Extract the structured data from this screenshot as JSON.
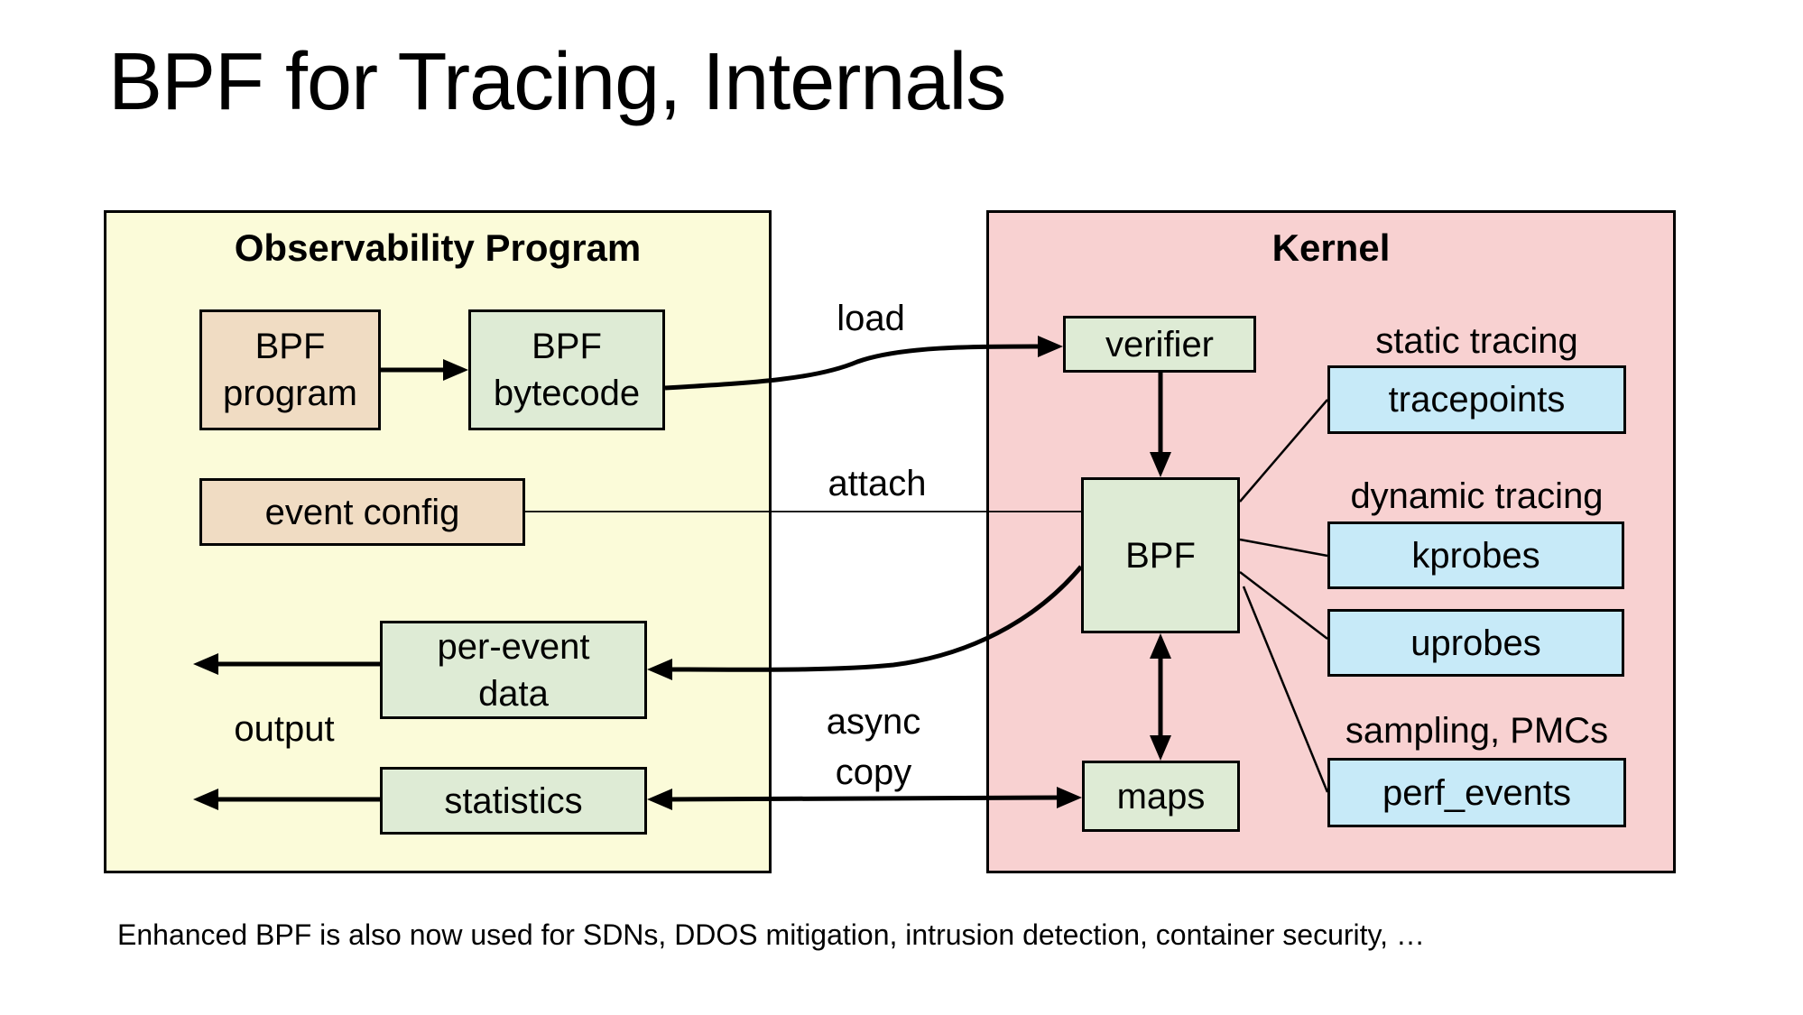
{
  "title": "BPF for Tracing, Internals",
  "footnote": "Enhanced BPF is also now used for SDNs, DDOS mitigation, intrusion detection, container security, …",
  "colors": {
    "user-bg": "#FBFBD9",
    "kernel-bg": "#F8D1D1",
    "tan-node": "#F0DCC3",
    "green-node": "#DEEBD5",
    "blue-node": "#C7EAF8",
    "line": "#000000"
  },
  "observability": {
    "heading": "Observability Program",
    "bpf_program": "BPF\nprogram",
    "bpf_bytecode": "BPF\nbytecode",
    "event_config": "event config",
    "per_event_data": "per-event\ndata",
    "statistics": "statistics",
    "output_label": "output"
  },
  "kernel": {
    "heading": "Kernel",
    "verifier": "verifier",
    "bpf": "BPF",
    "maps": "maps",
    "static_tracing_label": "static tracing",
    "tracepoints": "tracepoints",
    "dynamic_tracing_label": "dynamic tracing",
    "kprobes": "kprobes",
    "uprobes": "uprobes",
    "sampling_label": "sampling, PMCs",
    "perf_events": "perf_events"
  },
  "edge_labels": {
    "load": "load",
    "attach": "attach",
    "async_copy": "async\ncopy"
  }
}
